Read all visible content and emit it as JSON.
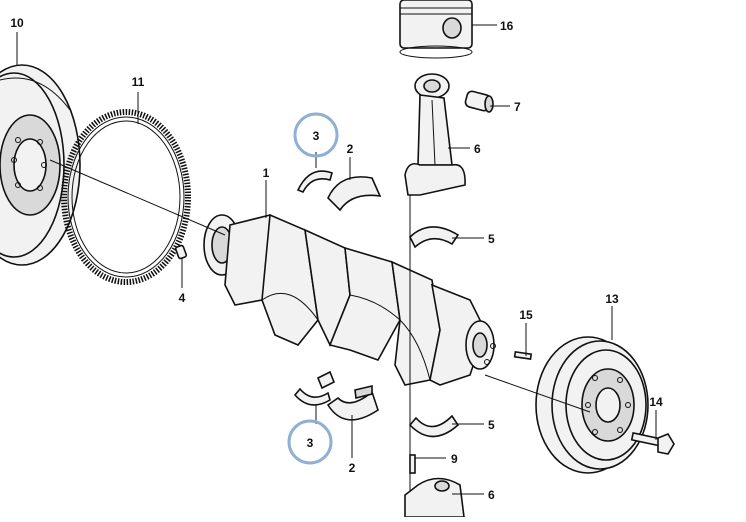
{
  "diagram": {
    "highlight_color": "#8fb0d3",
    "line_color": "#111111",
    "labels": {
      "flywheel": "10",
      "ring_gear": "11",
      "dowel_pin": "4",
      "crankshaft": "1",
      "thrust_washer_upper": "3",
      "main_bearing_upper": "2",
      "thrust_washer_lower": "3",
      "main_bearing_lower": "2",
      "piston": "16",
      "piston_pin": "7",
      "connecting_rod": "6",
      "rod_bearing_upper": "5",
      "rod_bearing_lower": "5",
      "rod_bolt": "9",
      "rod_cap": "6",
      "key_pin": "15",
      "pulley": "13",
      "pulley_bolt": "14"
    },
    "highlighted": [
      "thrust_washer_upper",
      "thrust_washer_lower"
    ]
  }
}
